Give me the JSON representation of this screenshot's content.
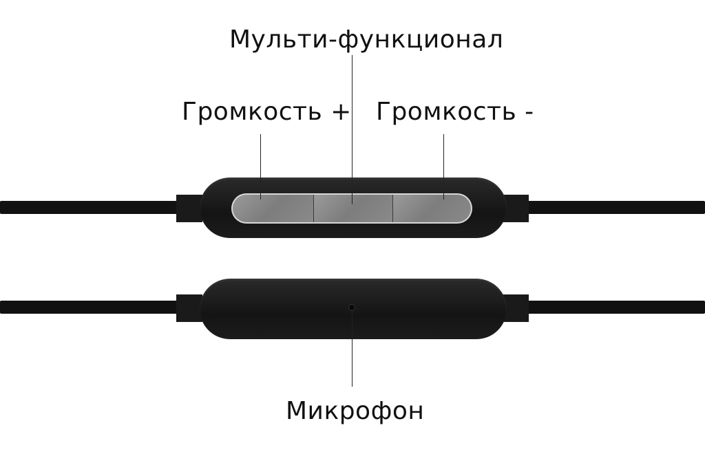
{
  "labels": {
    "multifunction": "Мульти-функционал",
    "volume_up": "Громкость +",
    "volume_down": "Громкость -",
    "microphone": "Микрофон"
  },
  "colors": {
    "background": "#ffffff",
    "cable": "#111111",
    "remote_body": "#1c1c1c",
    "buttons": "#8a8a8a",
    "text": "#111111"
  }
}
